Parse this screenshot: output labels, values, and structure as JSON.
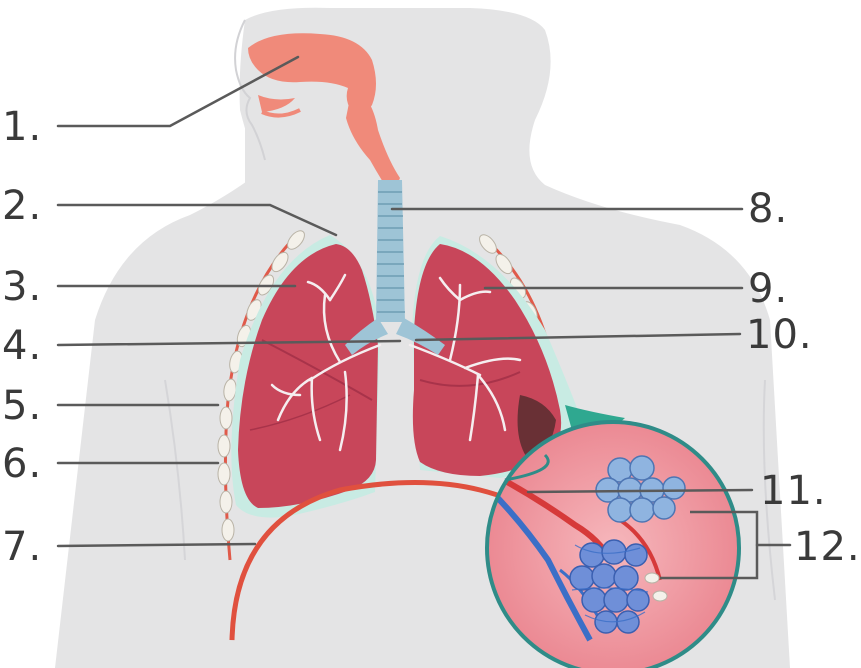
{
  "colors": {
    "body": "#e4e4e5",
    "body_edge": "#cfcfd2",
    "lung": "#c8465a",
    "lung_dark": "#a8334a",
    "airway": "#9ec4d6",
    "airway_dark": "#6f9db3",
    "nasal": "#f08a7a",
    "pleura": "#c8ebe3",
    "rib": "#f4f1ea",
    "diaphragm": "#e0503e",
    "inset_fill": "#ef9aa2",
    "inset_border": "#2f8c88",
    "alveoli": "#8fb4e0",
    "vessel_blue": "#3b6fc7",
    "vessel_red": "#d63a3a",
    "label": "#3a3a3a"
  },
  "labels": {
    "l1": "1.",
    "l2": "2.",
    "l3": "3.",
    "l4": "4.",
    "l5": "5.",
    "l6": "6.",
    "l7": "7.",
    "l8": "8.",
    "l9": "9.",
    "l10": "10.",
    "l11": "11.",
    "l12": "12."
  }
}
